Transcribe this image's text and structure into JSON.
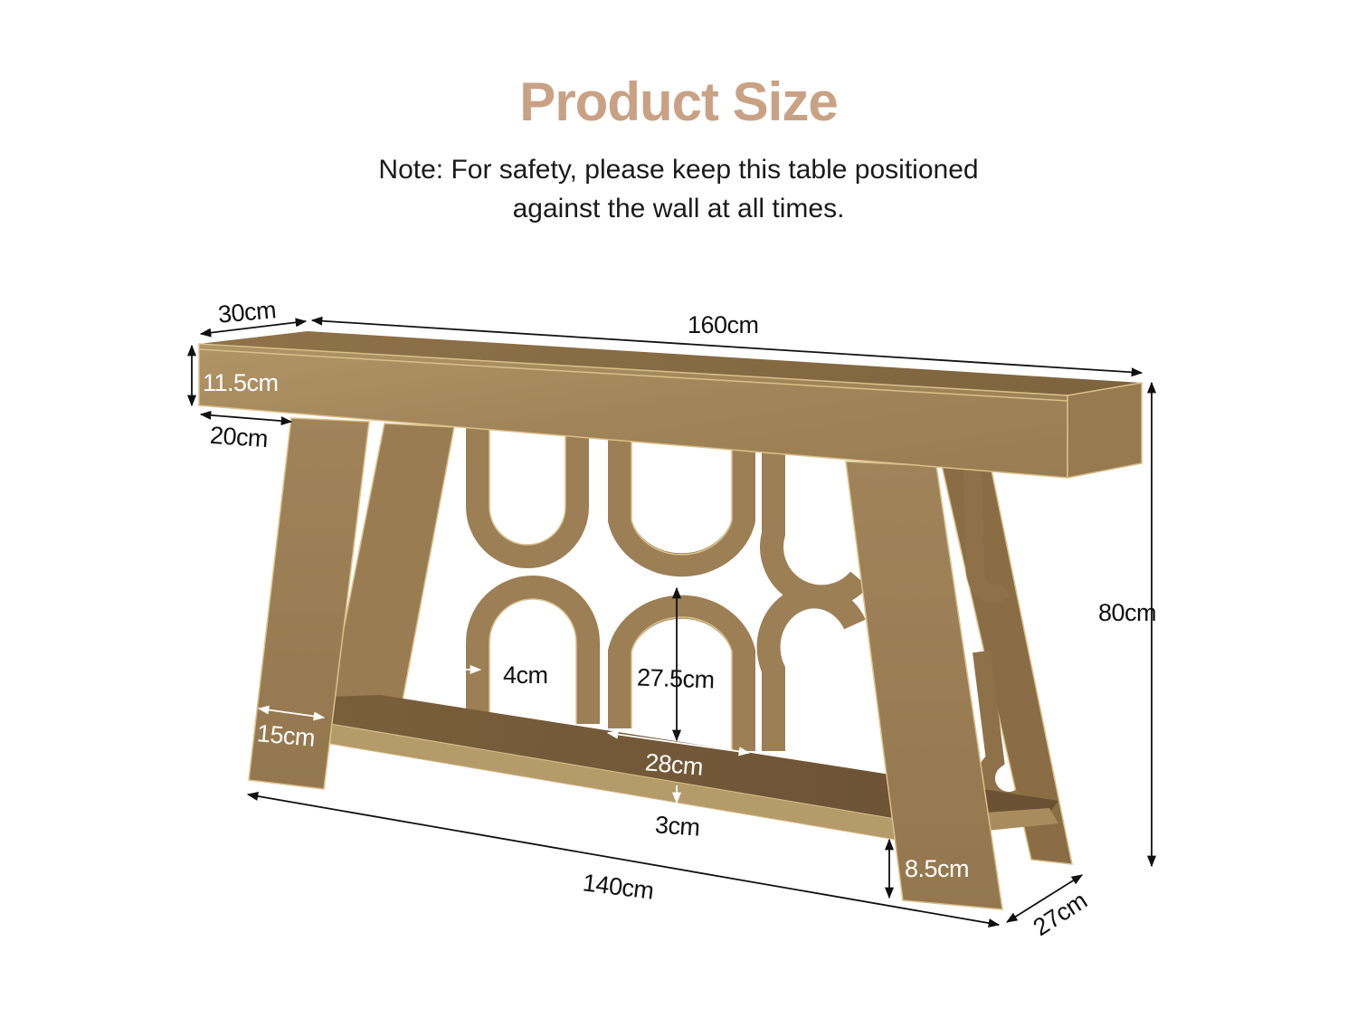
{
  "header": {
    "title": "Product Size",
    "note_line1": "Note: For safety, please keep this table positioned",
    "note_line2": "against the wall at all times."
  },
  "colors": {
    "title": "#c9a184",
    "wood_light": "#a88a5c",
    "wood_mid": "#8c6f45",
    "wood_dark": "#6f5434",
    "edge": "#d9c08a",
    "dimension_line": "#111111"
  },
  "dimensions": {
    "top_depth": "30cm",
    "top_length": "160cm",
    "top_thickness": "11.5cm",
    "top_overhang": "20cm",
    "total_height": "80cm",
    "arch_thickness": "4cm",
    "arch_height": "27.5cm",
    "leg_width": "15cm",
    "arch_width": "28cm",
    "shelf_thickness": "3cm",
    "shelf_clearance": "8.5cm",
    "base_length": "140cm",
    "base_depth": "27cm"
  }
}
